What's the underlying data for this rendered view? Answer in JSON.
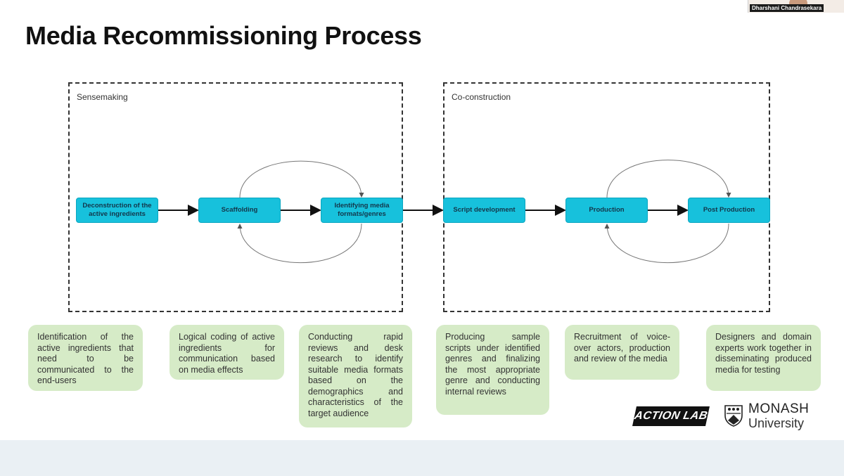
{
  "title": "Media Recommissioning Process",
  "speaker_name": "Dharshani Chandrasekara",
  "phases": [
    {
      "label": "Sensemaking"
    },
    {
      "label": "Co-construction"
    }
  ],
  "nodes": [
    {
      "label": "Deconstruction of the active ingredients"
    },
    {
      "label": "Scaffolding"
    },
    {
      "label": "Identifying media formats/genres"
    },
    {
      "label": "Script development"
    },
    {
      "label": "Production"
    },
    {
      "label": "Post Production"
    }
  ],
  "descriptions": [
    {
      "text": "Identification of the active ingredients that need to be communicated to the end-users"
    },
    {
      "text": "Logical coding of active ingredients for communication based on media effects"
    },
    {
      "text": "Conducting rapid reviews and desk research to identify suitable media formats based on the demographics and characteristics of the target audience"
    },
    {
      "text": "Producing sample scripts under identified genres and finalizing the most appropriate genre and conducting internal reviews"
    },
    {
      "text": "Recruitment of voice-over actors, production and review of the media"
    },
    {
      "text": "Designers and domain experts work together in disseminating produced media for testing"
    }
  ],
  "logos": {
    "action_lab": "ACTION LAB",
    "monash_line1": "MONASH",
    "monash_line2": "University"
  },
  "colors": {
    "node_fill": "#17c1dc",
    "description_fill": "#d6ebc7",
    "phase_border": "#333333"
  }
}
